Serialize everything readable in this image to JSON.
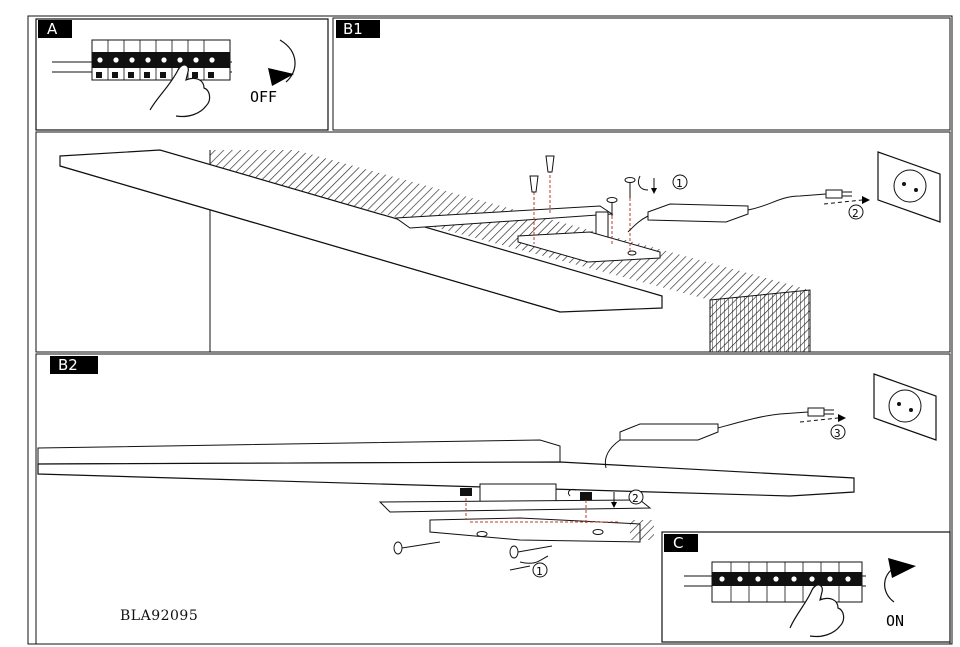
{
  "panels": {
    "a": {
      "badge": "A",
      "state_text": "OFF"
    },
    "b1": {
      "badge": "B1",
      "step_1": "1",
      "step_2": "2"
    },
    "b2": {
      "badge": "B2",
      "step_1": "1",
      "step_2": "2",
      "step_3": "3"
    },
    "c": {
      "badge": "C",
      "state_text": "ON"
    }
  },
  "model_code": "BLA92095",
  "icons": [
    "breaker-panel-icon",
    "hand-icon",
    "rotate-arrow-icon",
    "wall-socket-icon",
    "plug-icon",
    "screw-icon",
    "wall-plug-icon",
    "driver-box-icon"
  ]
}
